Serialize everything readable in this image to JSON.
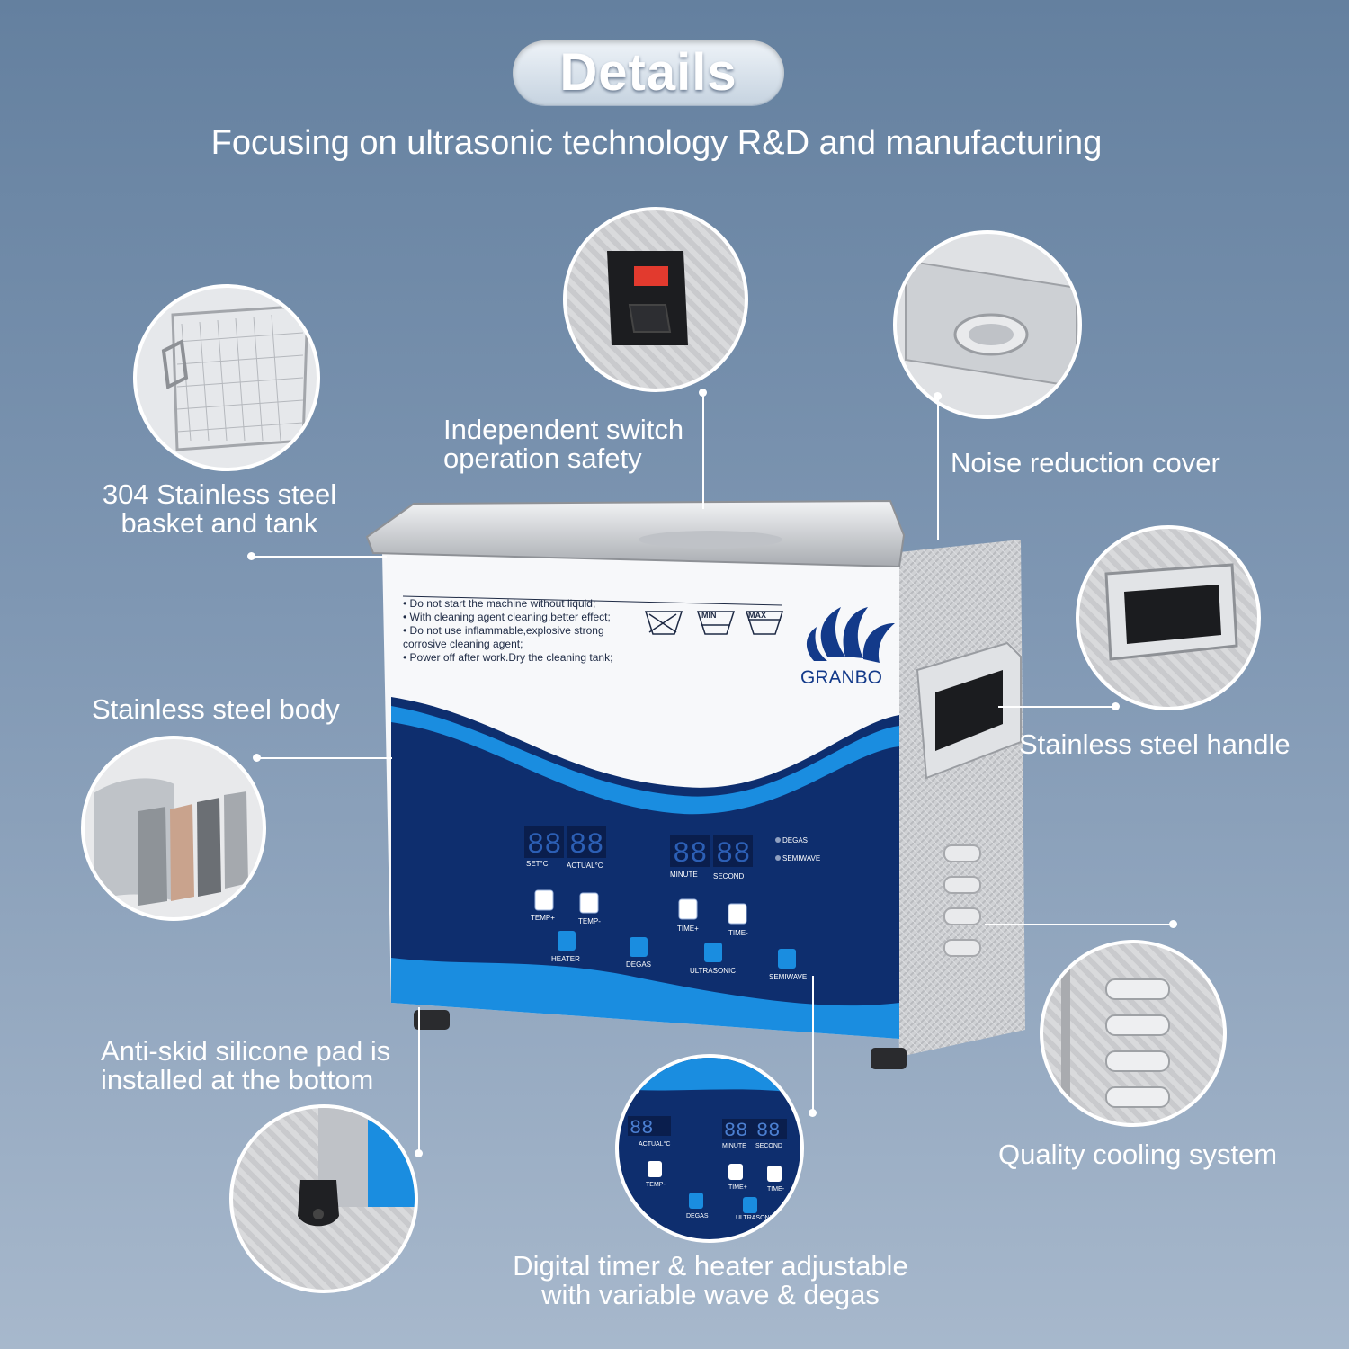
{
  "header": {
    "title": "Details",
    "subtitle": "Focusing on ultrasonic technology R&D and manufacturing"
  },
  "callouts": {
    "basket": "304 Stainless steel basket and tank",
    "switch_line1": "Independent switch",
    "switch_line2": "operation safety",
    "cover": "Noise reduction cover",
    "body": "Stainless steel body",
    "handle": "Stainless steel handle",
    "pad_line1": "Anti-skid silicone pad is",
    "pad_line2": "installed at the bottom",
    "cooling": "Quality cooling system",
    "timer_line1": "Digital timer & heater adjustable",
    "timer_line2": "with variable wave & degas"
  },
  "product": {
    "brand": "GRANBO",
    "warnings": [
      "• Do not start the machine without liquid;",
      "• With cleaning agent cleaning,better effect;",
      "• Do not use inflammable,explosive strong",
      "  corrosive cleaning agent;",
      "• Power off after work.Dry the cleaning tank;"
    ],
    "level_min": "MIN",
    "level_max": "MAX",
    "display_digits": "88",
    "display_labels": {
      "set": "SET°C",
      "actual": "ACTUAL°C",
      "minute": "MINUTE",
      "second": "SECOND"
    },
    "indicators": {
      "degas": "DEGAS",
      "semiwave": "SEMIWAVE"
    },
    "buttons": {
      "temp_plus": "TEMP+",
      "temp_minus": "TEMP-",
      "time_plus": "TIME+",
      "time_minus": "TIME-",
      "heater": "HEATER",
      "degas": "DEGAS",
      "ultrasonic": "ULTRASONIC",
      "semiwave": "SEMIWAVE"
    }
  },
  "zoom_panel": {
    "labels": {
      "actual": "ACTUAL°C",
      "minute": "MINUTE",
      "second": "SECOND",
      "temp_minus": "TEMP-",
      "time_plus": "TIME+",
      "time_minus": "TIME-",
      "degas": "DEGAS",
      "ultrasonic": "ULTRASONIC"
    }
  },
  "colors": {
    "navy": "#0e2e6e",
    "blue": "#1a8de0",
    "steel": "#c8cacd",
    "red_led": "#e23a2e"
  }
}
